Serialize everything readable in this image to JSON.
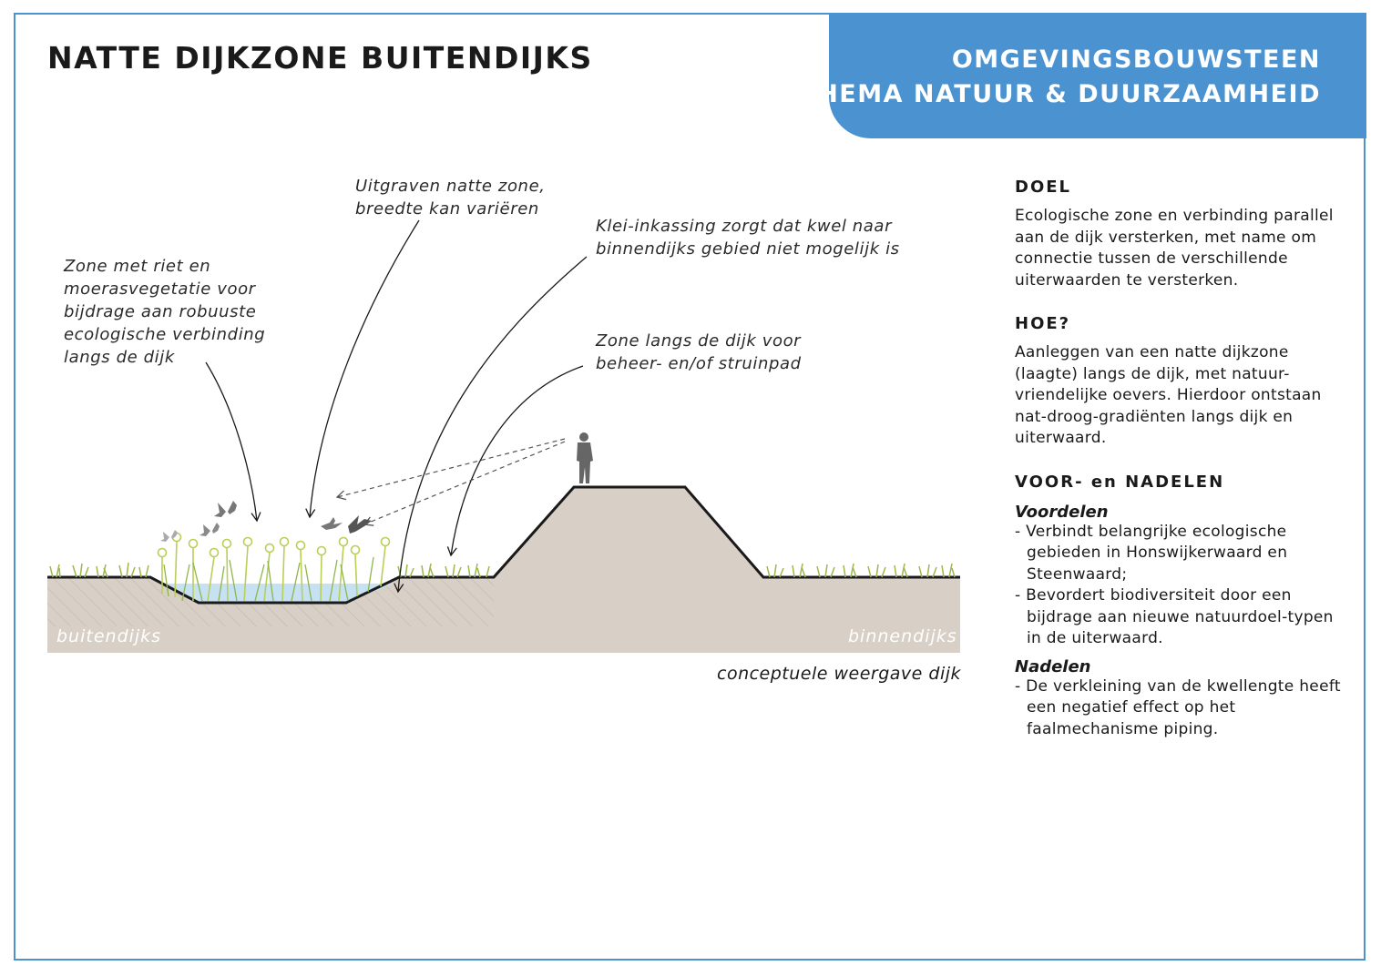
{
  "title": "NATTE DIJKZONE BUITENDIJKS",
  "theme": {
    "line1": "OMGEVINGSBOUWSTEEN",
    "line2": "THEMA NATUUR & DUURZAAMHEID",
    "color": "#4b92d0"
  },
  "diagram": {
    "notes": {
      "zone_riet": "Zone met riet en\nmoerasvegetatie  voor\nbijdrage aan robuuste\necologische verbinding\nlangs de dijk",
      "uitgraven": "Uitgraven natte zone,\nbreedte kan variëren",
      "klei": "Klei-inkassing zorgt dat kwel naar\nbinnendijks gebied niet mogelijk is",
      "zone_langs": "Zone langs de dijk voor\nbeheer- en/of struinpad"
    },
    "label_buiten": "buitendijks",
    "label_binnen": "binnendijks",
    "caption": "conceptuele weergave dijk",
    "colors": {
      "soil": "#d8d0c6",
      "water": "#c5e1f2",
      "grass": "#9bb84a",
      "reed": "#b9cf58",
      "silhouette": "#666666"
    }
  },
  "panel": {
    "doel_heading": "DOEL",
    "doel_text": "Ecologische zone en verbinding parallel aan de dijk versterken, met name om connectie tussen de verschillende uiterwaarden te versterken.",
    "hoe_heading": "HOE?",
    "hoe_text": "Aanleggen van een natte dijkzone (laagte) langs de dijk, met natuur-vriendelijke oevers. Hierdoor ontstaan nat-droog-gradiënten langs dijk en uiterwaard.",
    "voor_heading": "VOOR- en NADELEN",
    "voordelen_heading": "Voordelen",
    "voordelen": [
      "Verbindt belangrijke ecologische gebieden in Honswijkerwaard en Steenwaard;",
      "Bevordert biodiversiteit door een bijdrage aan nieuwe natuurdoel-typen in de uiterwaard."
    ],
    "nadelen_heading": "Nadelen",
    "nadelen": [
      "De verkleining van de kwellengte heeft een negatief effect op het faalmechanisme piping."
    ]
  }
}
